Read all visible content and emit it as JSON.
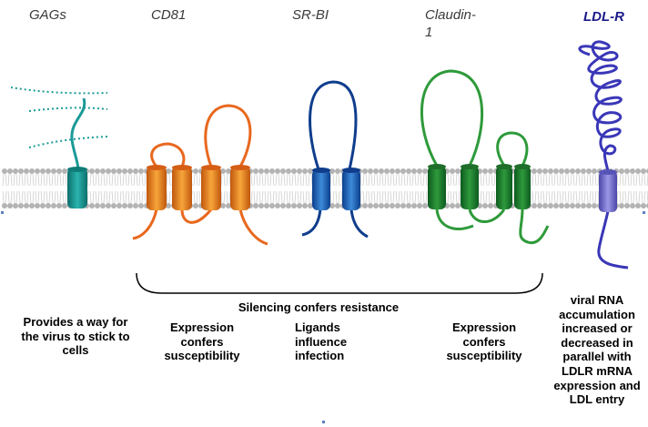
{
  "labels": {
    "gags": "GAGs",
    "cd81": "CD81",
    "srbi": "SR-BI",
    "claudin_line1": "Claudin-",
    "claudin_line2": "1",
    "ldlr": "LDL-R"
  },
  "descriptions": {
    "gags": "Provides a way for the virus to stick to cells",
    "cd81": "Expression confers susceptibility",
    "srbi": "Ligands influence infection",
    "claudin": "Expression confers susceptibility",
    "ldlr": "viral RNA accumulation increased or decreased in parallel with LDLR mRNA expression and LDL entry",
    "bracket": "Silencing confers resistance"
  },
  "colors": {
    "gags": "#1a9a96",
    "cd81": "#e8681e",
    "srbi": "#0f3d8c",
    "claudin": "#2e9a3a",
    "ldlr": "#3a37b8",
    "membrane": "#b3b3b3"
  }
}
